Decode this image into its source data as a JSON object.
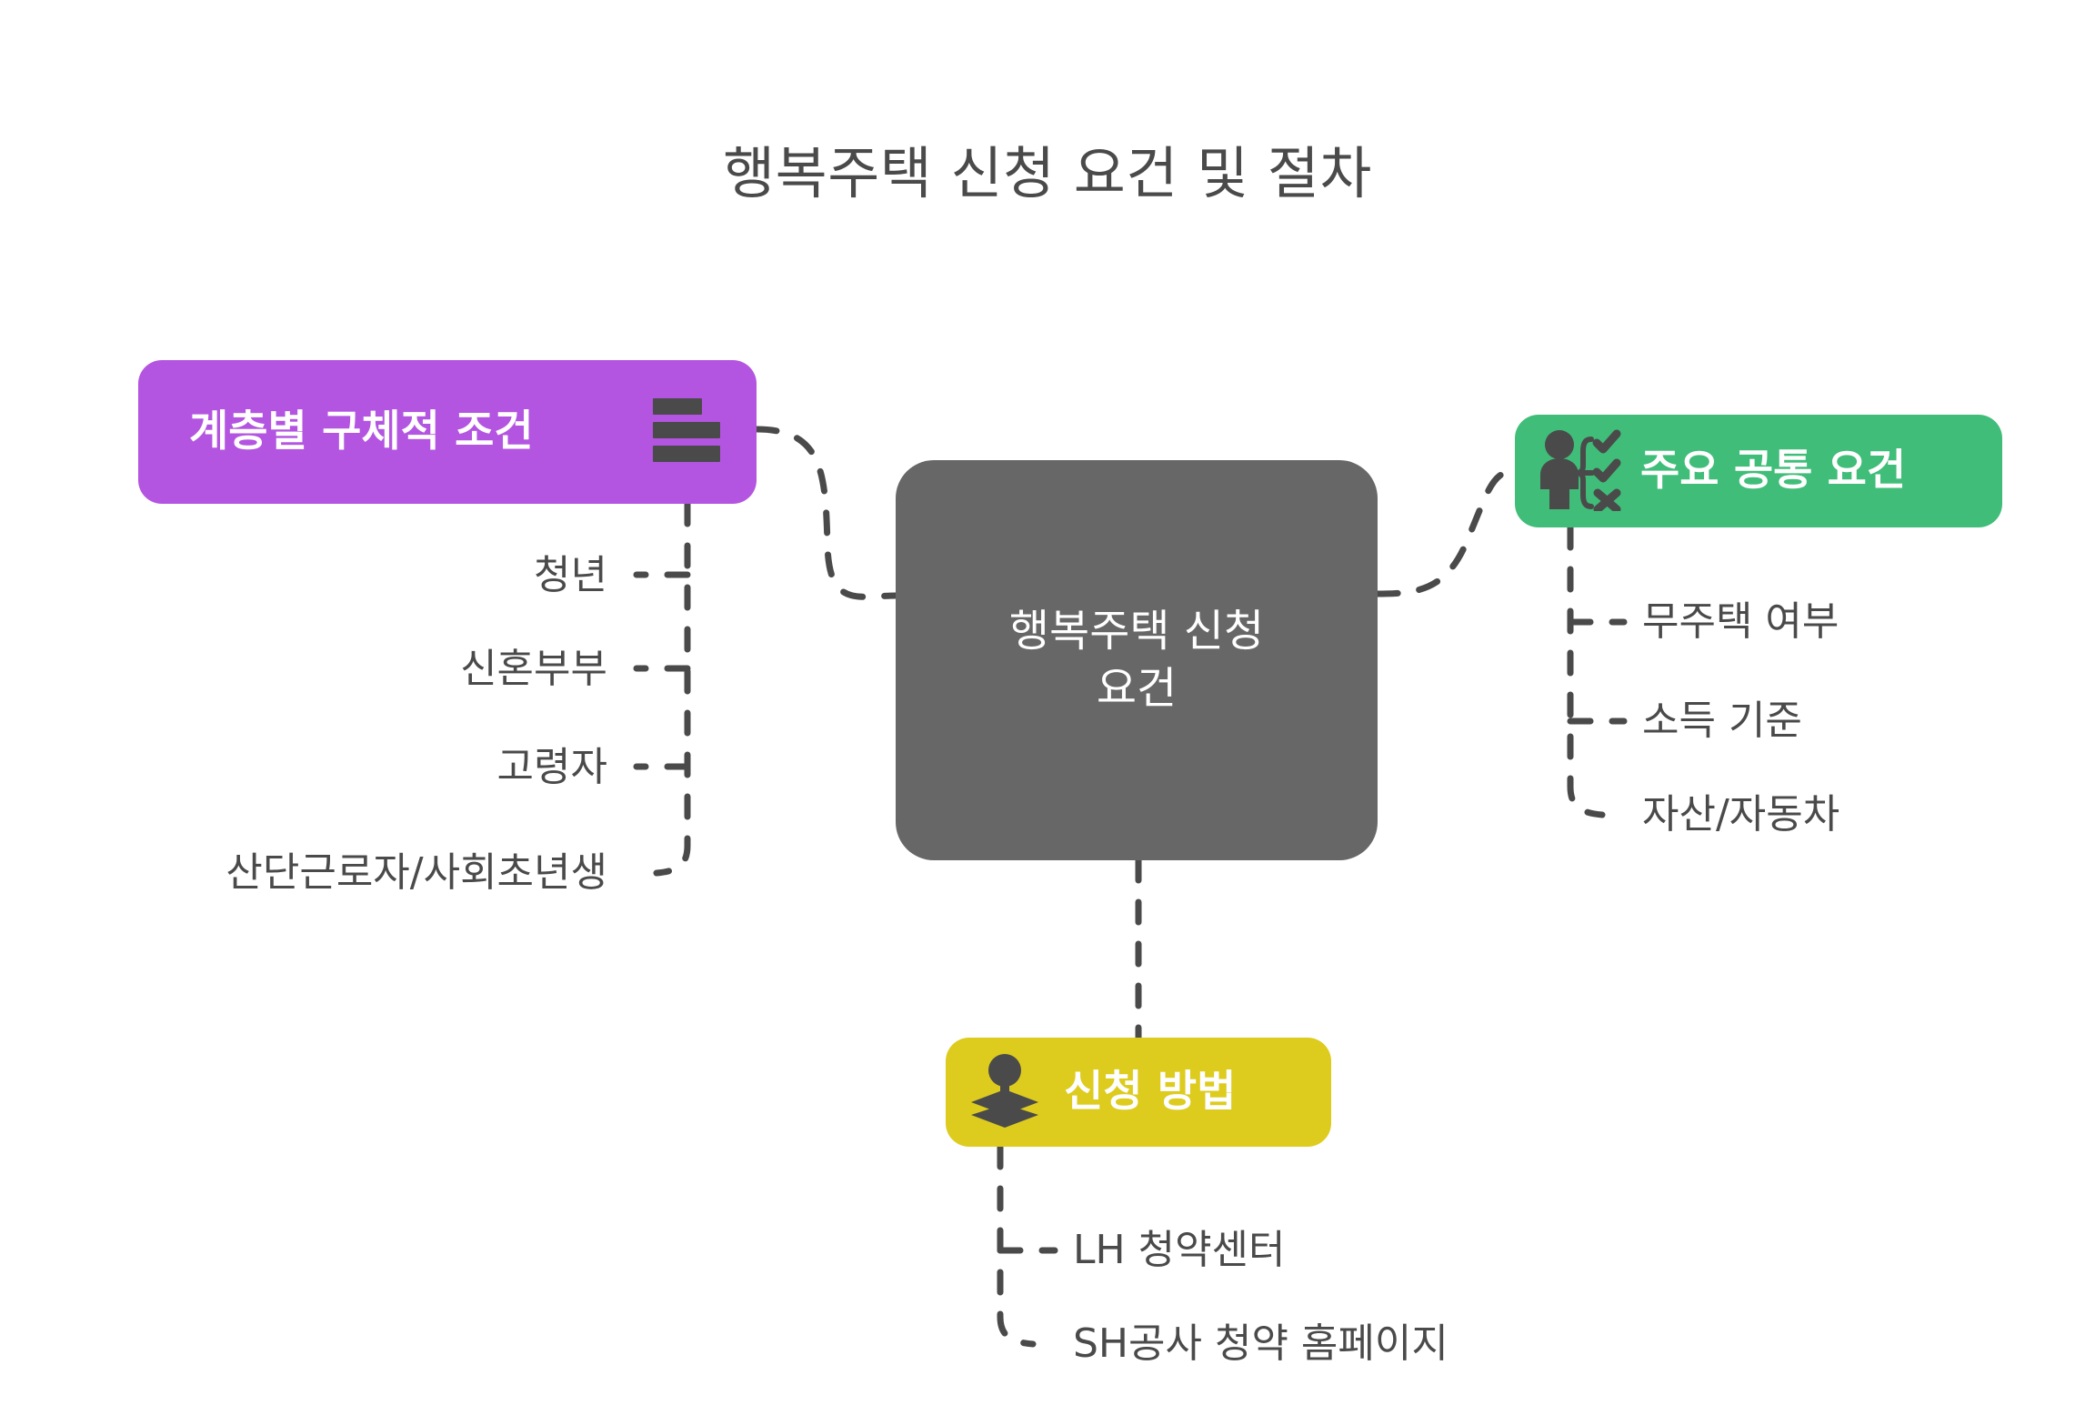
{
  "page": {
    "title": "행복주택 신청 요건 및 절차",
    "background_color": "#ffffff"
  },
  "center_node": {
    "label": "행복주택 신청\n요건",
    "color": "#676767"
  },
  "branches": [
    {
      "id": "tiers",
      "label": "계층별 구체적 조건",
      "color": "#b355e0",
      "icon": "bar-list-icon",
      "position": "left",
      "children": [
        {
          "label": "청년"
        },
        {
          "label": "신혼부부"
        },
        {
          "label": "고령자"
        },
        {
          "label": "산단근로자/사회초년생"
        }
      ]
    },
    {
      "id": "common",
      "label": "주요 공통 요건",
      "color": "#40bd79",
      "icon": "person-checklist-icon",
      "position": "right",
      "children": [
        {
          "label": "무주택 여부"
        },
        {
          "label": "소득 기준"
        },
        {
          "label": "자산/자동차"
        }
      ]
    },
    {
      "id": "apply",
      "label": "신청 방법",
      "color": "#ddcb1e",
      "icon": "map-marker-layers-icon",
      "position": "bottom",
      "children": [
        {
          "label": "LH 청약센터"
        },
        {
          "label": "SH공사 청약 홈페이지"
        }
      ]
    }
  ],
  "connector": {
    "color": "#4a4a4a",
    "style": "dashed"
  }
}
